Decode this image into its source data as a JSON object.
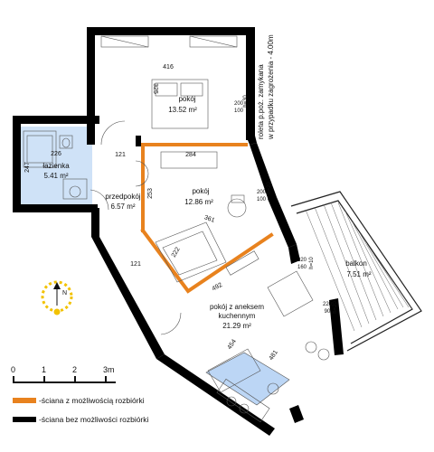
{
  "rooms": {
    "pokoj1": {
      "name": "pokój",
      "area": "13.52 m²"
    },
    "pokoj2": {
      "name": "pokój",
      "area": "12.86 m²"
    },
    "lazienka": {
      "name": "łazienka",
      "area": "5.41 m²"
    },
    "przedpokoj": {
      "name": "przedpokój",
      "area": "6.57 m²"
    },
    "kuchnia": {
      "name": "pokój z aneksem",
      "name2": "kuchennym",
      "area": "21.29 m²"
    },
    "balkon": {
      "name": "balkon",
      "area": "7.51 m²"
    }
  },
  "dims": {
    "d416": "416",
    "d325": "325",
    "d284": "284",
    "d226": "226",
    "d121a": "121",
    "d247": "247",
    "d253": "253",
    "d361": "361",
    "d222": "222",
    "d121b": "121",
    "d492": "492",
    "d454": "454",
    "d481": "481",
    "w1a": "200",
    "w1b": "100",
    "w1c": "h=30",
    "w2a": "200",
    "w2b": "100",
    "w2c": "h=20",
    "w3a": "220",
    "w3b": "160",
    "w3c": "h=10",
    "w4a": "220",
    "w4b": "90",
    "w4c": "h=20"
  },
  "note": {
    "line1": "roleta p.poż. zamykana",
    "line2": "w przypadku zagrożenia - 4.00m"
  },
  "compass": {
    "letter": "N"
  },
  "scale": {
    "labels": [
      "0",
      "1",
      "2",
      "3m"
    ]
  },
  "legend": {
    "removable": "-ściana z możliwością rozbiórki",
    "fixed": "-ściana bez możliwości rozbiórki"
  },
  "colors": {
    "wall": "#000000",
    "removable_wall": "#e8821e",
    "wet_room": "#cfe2f7",
    "kitchen_table": "#bcd6f5",
    "compass": "#f2c200"
  }
}
